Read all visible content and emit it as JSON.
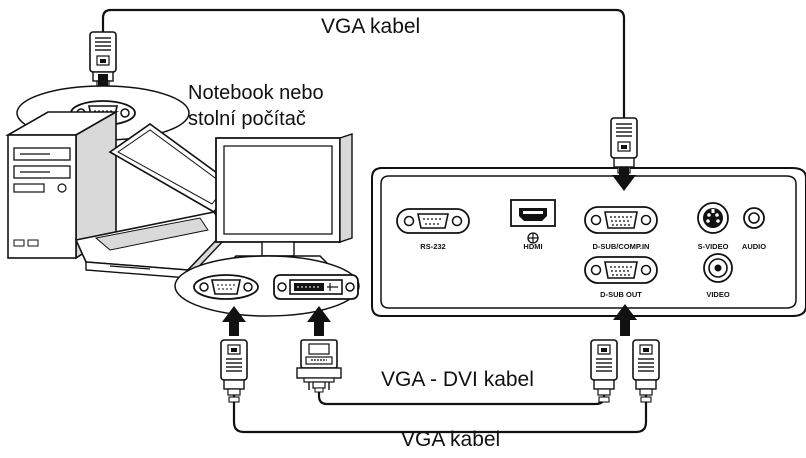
{
  "labels": {
    "vga_cable_top": "VGA kabel",
    "computer_line1": "Notebook nebo",
    "computer_line2": "stolní počítač",
    "vga_dvi_cable": "VGA - DVI kabel",
    "vga_cable_bottom": "VGA kabel"
  },
  "projector_ports": {
    "rs232": "RS-232",
    "hdmi": "HDMI",
    "dsub_comp_in": "D-SUB/COMP.IN",
    "svideo": "S-VIDEO",
    "audio": "AUDIO",
    "dsub_out": "D-SUB OUT",
    "video": "VIDEO"
  },
  "colors": {
    "line": "#111111",
    "fill": "#ffffff",
    "shade": "#d9d9d9",
    "dark": "#1a1a1a"
  }
}
